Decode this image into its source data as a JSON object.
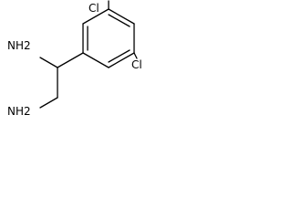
{
  "molecule": {
    "atoms": {
      "amine_top": "NH2",
      "amine_bottom": "NH2",
      "chloro_top": "Cl",
      "chloro_bottom": "Cl"
    }
  },
  "colors": {
    "bond": "#000000",
    "label": "#000000",
    "background": "#ffffff"
  }
}
